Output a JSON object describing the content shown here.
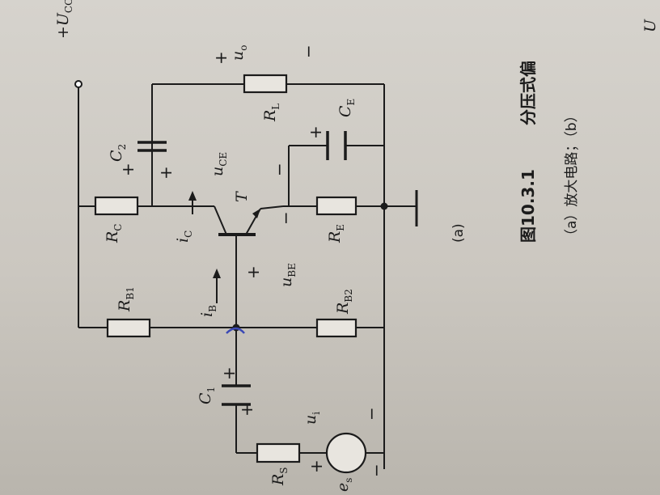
{
  "labels": {
    "ucc": "+U",
    "ucc_sub": "CC",
    "uo": "u",
    "uo_sub": "o",
    "rl": "R",
    "rl_sub": "L",
    "c2": "C",
    "c2_sub": "2",
    "ce": "C",
    "ce_sub": "E",
    "uce": "u",
    "uce_sub": "CE",
    "t": "T",
    "rc": "R",
    "rc_sub": "C",
    "ic": "i",
    "ic_sub": "C",
    "re": "R",
    "re_sub": "E",
    "ube": "u",
    "ube_sub": "BE",
    "rb1": "R",
    "rb1_sub": "B1",
    "ib": "i",
    "ib_sub": "B",
    "rb2": "R",
    "rb2_sub": "B2",
    "c1": "C",
    "c1_sub": "1",
    "ui": "u",
    "ui_sub": "i",
    "rs": "R",
    "rs_sub": "S",
    "es": "e",
    "es_sub": "s",
    "sub_a": "(a)",
    "plus": "+",
    "minus": "−"
  },
  "caption": {
    "fig_label": "图10.3.1",
    "title": "分压式偏",
    "line2": "（a）放大电路；（b）",
    "corner": "U"
  }
}
